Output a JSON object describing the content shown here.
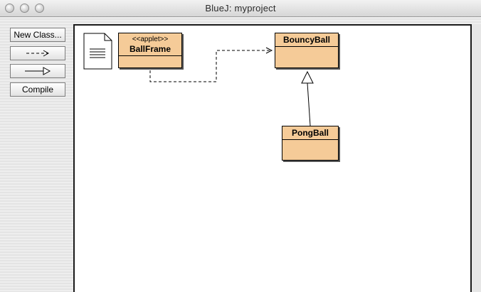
{
  "window": {
    "title": "BlueJ:  myproject"
  },
  "toolbar": {
    "new_class_label": "New Class...",
    "uses_arrow_icon": "dashed-arrow-icon",
    "inherit_arrow_icon": "solid-arrow-icon",
    "compile_label": "Compile"
  },
  "diagram": {
    "readme_icon": "document-icon",
    "classes": [
      {
        "stereotype": "<<applet>>",
        "name": "BallFrame"
      },
      {
        "name": "BouncyBall"
      },
      {
        "name": "PongBall"
      }
    ],
    "class_color": "#f5cb98"
  }
}
